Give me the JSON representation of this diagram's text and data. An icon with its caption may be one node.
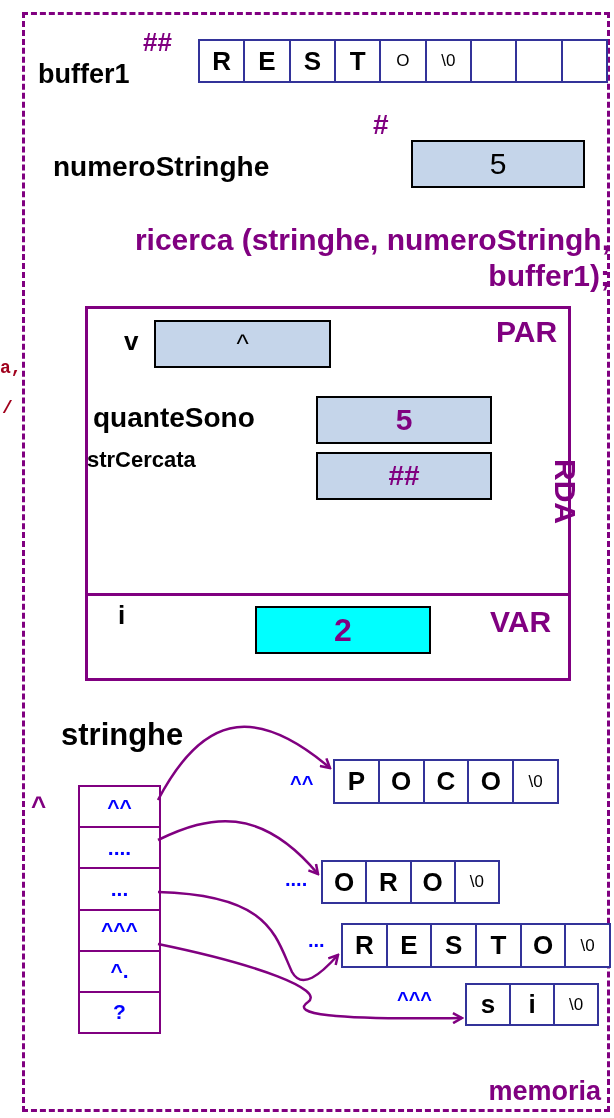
{
  "diagram": {
    "nodes": [
      {
        "text": [
          "memoria"
        ]
      },
      {
        "text": [
          "R",
          "E",
          "S",
          "T",
          "O",
          "\\0"
        ],
        "beside": [
          "buffer1",
          "##"
        ],
        "in": 0
      },
      {
        "text": [
          "5"
        ],
        "beside": [
          "numeroStringhe",
          "#"
        ],
        "in": 0
      },
      {
        "text": [
          "PAR",
          "RDA",
          "VAR"
        ],
        "in": 0
      },
      {
        "text": [
          "^"
        ],
        "beside": [
          "v"
        ],
        "in": 3
      },
      {
        "text": [
          "5"
        ],
        "beside": [
          "quanteSono"
        ],
        "in": 3
      },
      {
        "text": [
          "##"
        ],
        "in": 3
      },
      {
        "text": [
          "2"
        ],
        "in": 3
      },
      {
        "text": [
          "^^",
          "....",
          "...",
          "^^^",
          "^.",
          "?"
        ],
        "beside": [
          "stringhe",
          "^"
        ],
        "in": 0
      },
      {
        "text": [
          "P",
          "O",
          "C",
          "O",
          "\\0"
        ],
        "beside": [
          "^^"
        ],
        "in": 0
      },
      {
        "text": [
          "O",
          "R",
          "O",
          "\\0"
        ],
        "beside": [
          "...."
        ],
        "in": 0
      },
      {
        "text": [
          "R",
          "E",
          "S",
          "T",
          "O",
          "\\0"
        ],
        "beside": [
          "..."
        ],
        "in": 0
      },
      {
        "text": [
          "s",
          "i",
          "\\0"
        ],
        "beside": [
          "^^^"
        ],
        "in": 0
      }
    ],
    "edges": [
      {
        "from": 8,
        "to": 9,
        "arrow": "to"
      },
      {
        "from": 8,
        "to": 10,
        "arrow": "to"
      },
      {
        "from": 8,
        "to": 11,
        "arrow": "to"
      },
      {
        "from": 8,
        "to": 12,
        "arrow": "to"
      }
    ],
    "labels": [
      "ricerca (stringhe, numeroStringh, buffer1);",
      "a,",
      "/",
      "strCercata",
      "i"
    ]
  }
}
